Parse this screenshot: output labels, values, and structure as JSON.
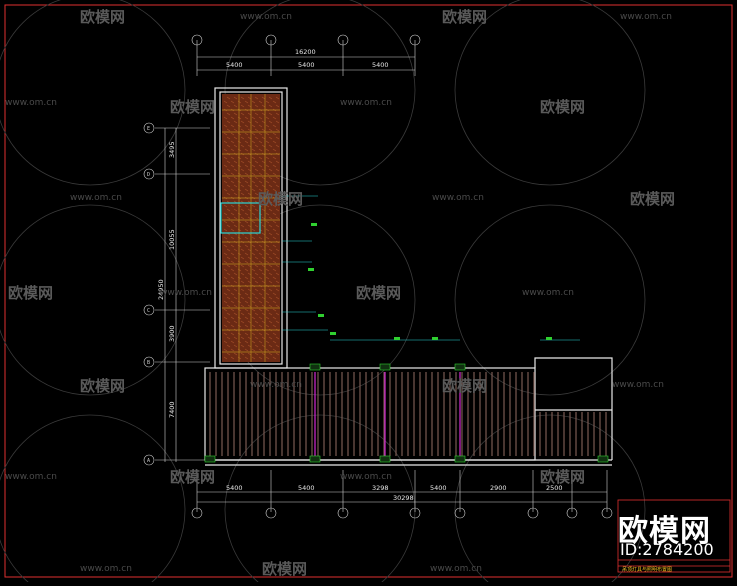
{
  "watermark": {
    "brand": "欧模网",
    "url": "www.om.cn",
    "id_label": "ID:2784200"
  },
  "drawing": {
    "top_dims": [
      "5400",
      "5400",
      "5400"
    ],
    "top_total": "16200",
    "bottom_dims": [
      "5400",
      "5400",
      "3298",
      "5400",
      "2900",
      "2500"
    ],
    "bottom_total": "30298",
    "left_dims": [
      "3495",
      "10055",
      "3900",
      "7400"
    ],
    "left_total": "24950",
    "row_axes": [
      "E",
      "D",
      "C",
      "B",
      "A"
    ],
    "title_text": "吊顶灯具与照明布置图"
  },
  "colors": {
    "border": "#e03030",
    "dim_line": "#d0d0d0",
    "wall": "#e9e9e9",
    "wood": "#6b2a14",
    "wood_grain": "#a5502a",
    "grid_yellow": "#d8b020",
    "cyan": "#28d6d6",
    "magenta": "#d428d4",
    "green": "#30d030",
    "watermark": "#5a5a5a"
  }
}
